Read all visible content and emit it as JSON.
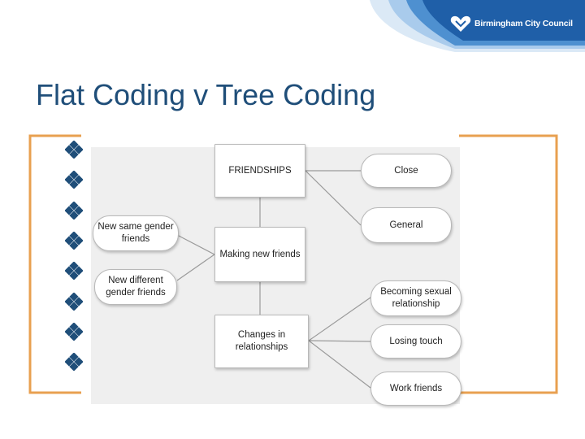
{
  "header": {
    "logo_text": "Birmingham City Council",
    "brand_color": "#1f5fa8"
  },
  "slide": {
    "title": "Flat Coding v Tree Coding",
    "title_color": "#1f4e79",
    "frame_color": "#e8a050",
    "bullet_icon": "diamond-bullet-icon",
    "bullet_count": 8
  },
  "diagram": {
    "center_nodes": {
      "friendships": "FRIENDSHIPS",
      "making_new_friends": "Making new friends",
      "changes": "Changes in relationships"
    },
    "left_nodes": {
      "same_gender": "New same gender friends",
      "different_gender": "New different gender friends"
    },
    "right_nodes": {
      "close": "Close",
      "general": "General",
      "becoming_sexual": "Becoming sexual relationship",
      "losing_touch": "Losing touch",
      "work_friends": "Work friends"
    }
  }
}
